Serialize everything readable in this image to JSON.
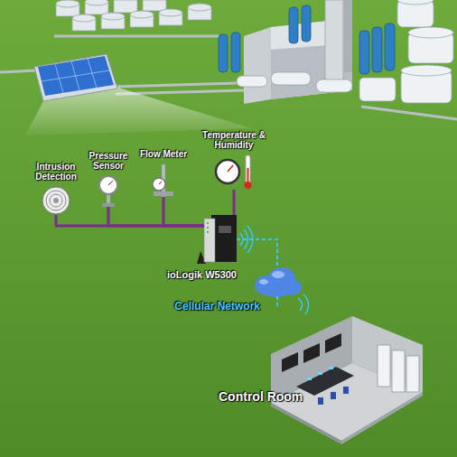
{
  "diagram": {
    "nodes": [
      {
        "text": [
          "Intrusion Detection"
        ]
      },
      {
        "text": [
          "Pressure Sensor"
        ]
      },
      {
        "text": [
          "Flow Meter"
        ]
      },
      {
        "text": [
          "Temperature & Humidity"
        ]
      },
      {
        "text": [
          "ioLogik W5300"
        ]
      },
      {
        "text": [
          "Cellular Network"
        ]
      },
      {
        "text": [
          "Control Room"
        ]
      }
    ],
    "edges": [
      {
        "from": 0,
        "to": 4,
        "arrow": "none"
      },
      {
        "from": 1,
        "to": 4,
        "arrow": "none"
      },
      {
        "from": 2,
        "to": 4,
        "arrow": "none"
      },
      {
        "from": 3,
        "to": 4,
        "arrow": "none"
      },
      {
        "from": 4,
        "to": 5,
        "arrow": "none"
      },
      {
        "from": 5,
        "to": 6,
        "arrow": "none"
      }
    ]
  }
}
